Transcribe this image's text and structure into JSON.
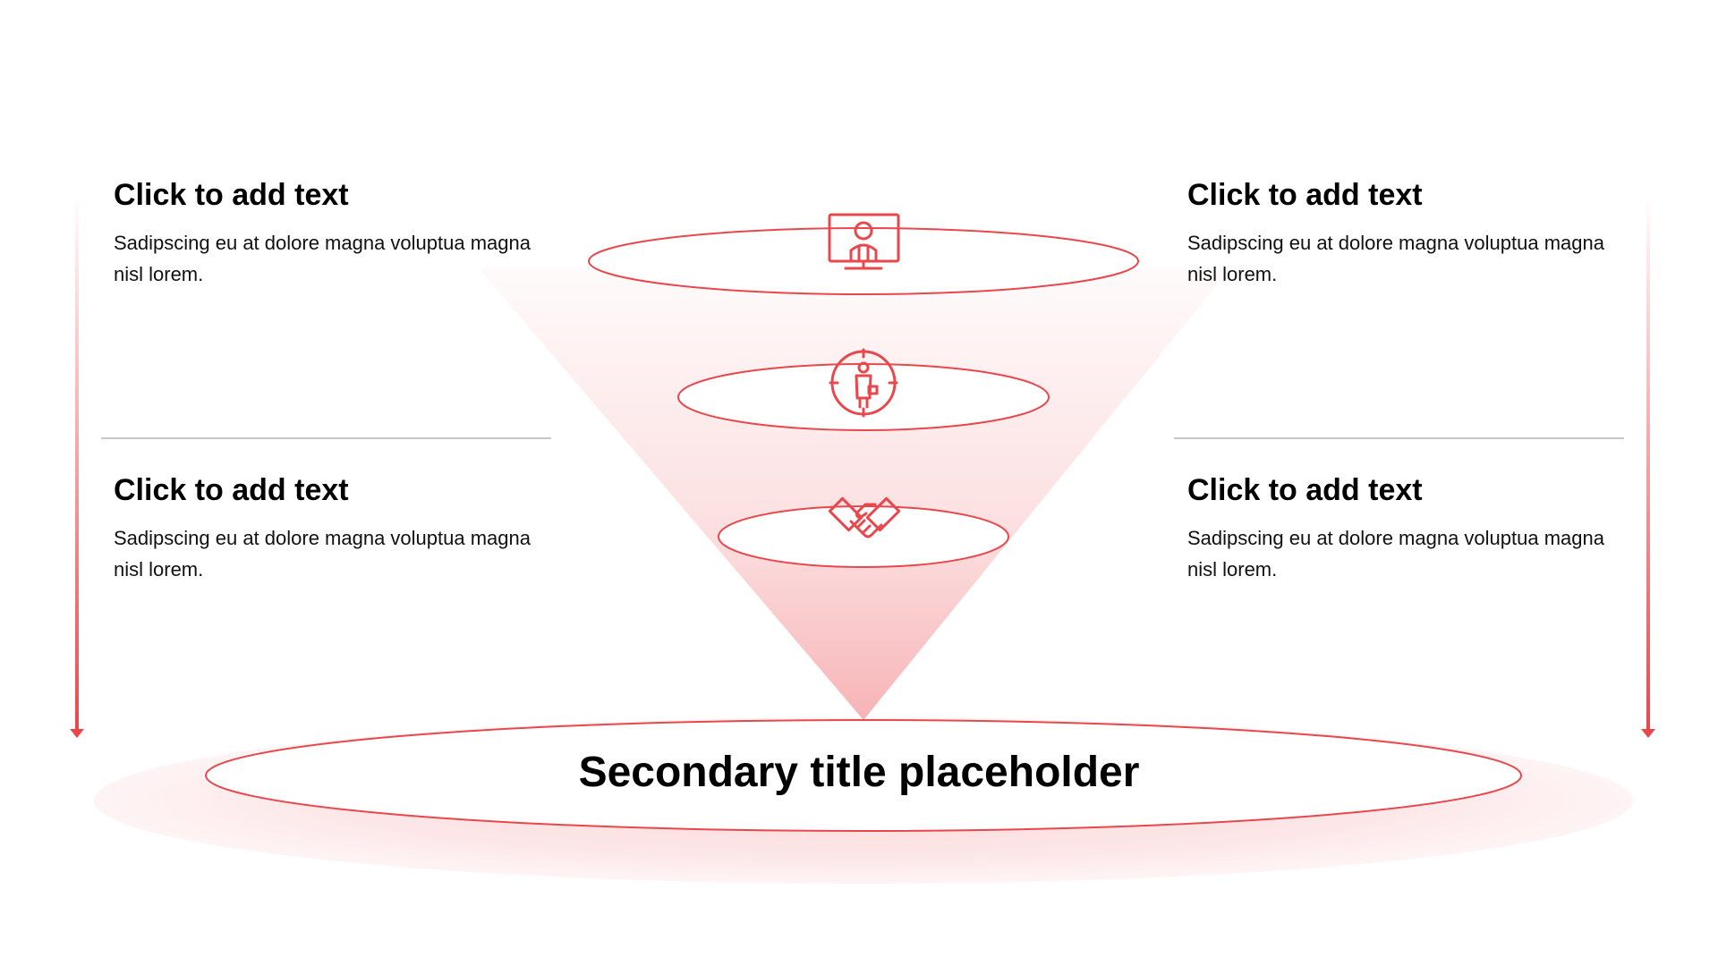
{
  "colors": {
    "accent": "#E8474C",
    "light_accent": "#F9C9CB",
    "divider": "#C8C8C8"
  },
  "blocks": [
    {
      "position": "top-left",
      "heading": "Click to add text",
      "body": "Sadipscing eu at dolore magna voluptua magna nisl lorem."
    },
    {
      "position": "top-right",
      "heading": "Click to add text",
      "body": "Sadipscing eu at dolore magna voluptua magna nisl lorem."
    },
    {
      "position": "bottom-left",
      "heading": "Click to add text",
      "body": "Sadipscing eu at dolore magna voluptua magna nisl lorem."
    },
    {
      "position": "bottom-right",
      "heading": "Click to add text",
      "body": "Sadipscing eu at dolore magna voluptua magna nisl lorem."
    }
  ],
  "funnel_stages": [
    {
      "icon": "monitor-person-icon"
    },
    {
      "icon": "target-person-icon"
    },
    {
      "icon": "handshake-icon"
    }
  ],
  "secondary_title": "Secondary title placeholder"
}
